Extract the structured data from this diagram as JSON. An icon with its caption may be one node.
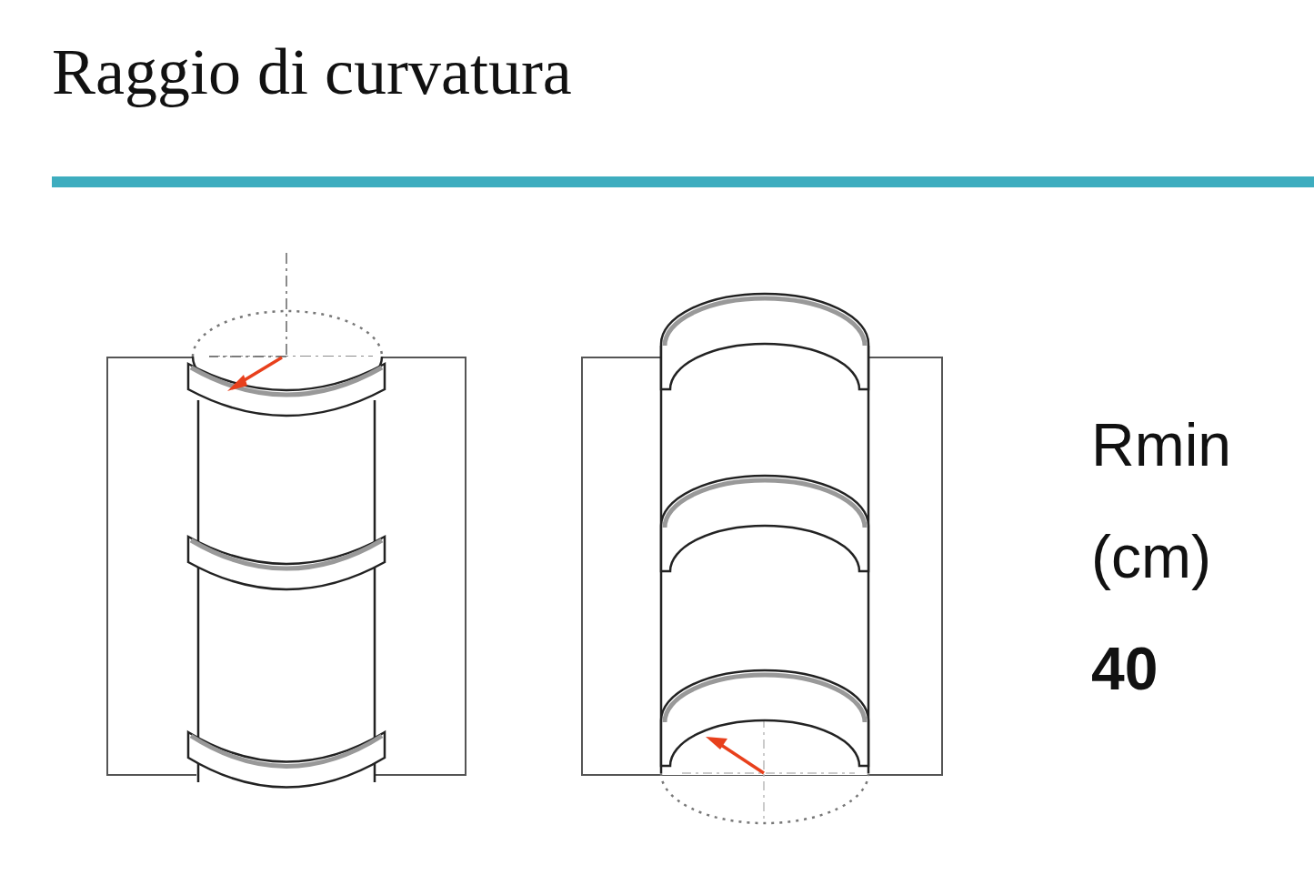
{
  "diagram": {
    "title": "Raggio di curvatura",
    "labels": [
      "Rmin (cm)",
      "40"
    ]
  }
}
